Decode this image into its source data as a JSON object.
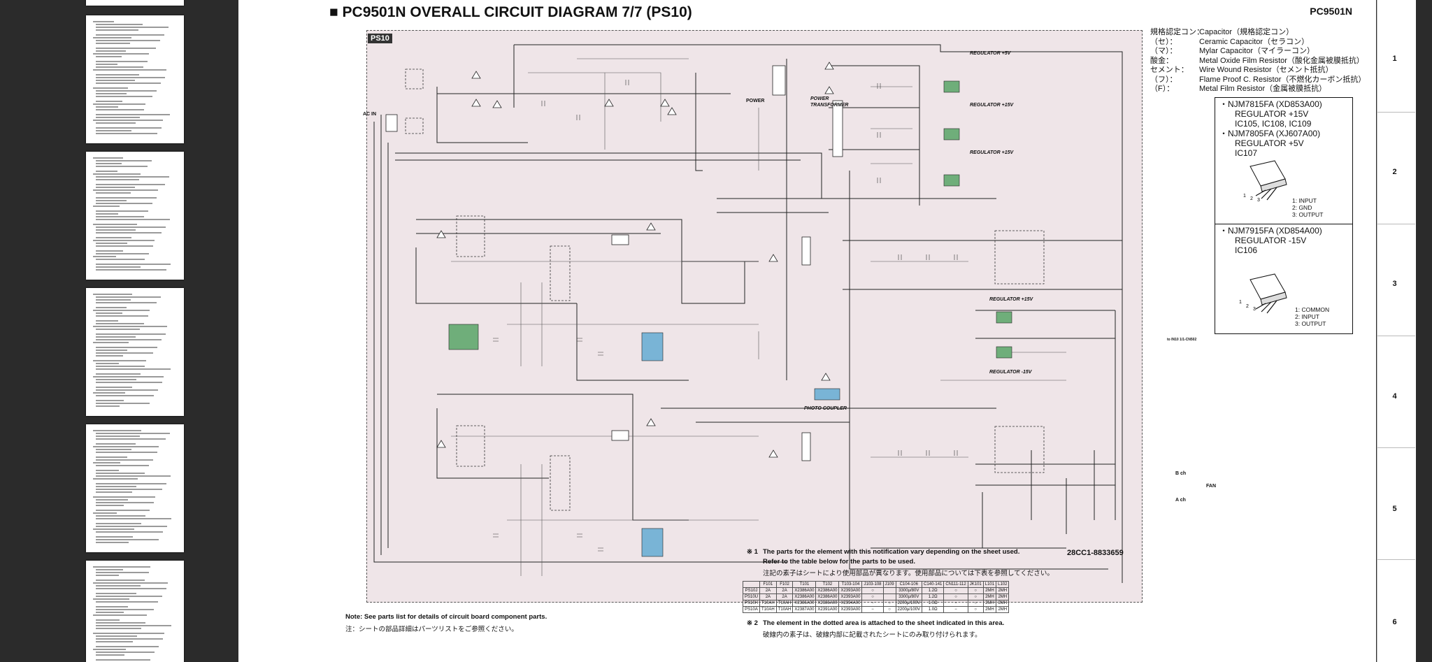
{
  "document": {
    "title": "■ PC9501N OVERALL CIRCUIT DIAGRAM 7/7 (PS10)",
    "model": "PC9501N",
    "board_tag": "PS10",
    "row_numbers": [
      "1",
      "2",
      "3",
      "4",
      "5",
      "6"
    ]
  },
  "legend": [
    {
      "key": "規格認定コン：",
      "value": "Capacitor（規格認定コン）"
    },
    {
      "key": "（セ）：",
      "value": "Ceramic Capacitor（セラコン）"
    },
    {
      "key": "（マ）：",
      "value": "Mylar Capacitor（マイラーコン）"
    },
    {
      "key": "酸金：",
      "value": "Metal Oxide Film Resistor（酸化金属被膜抵抗）"
    },
    {
      "key": "セメント：",
      "value": "Wire Wound Resistor（セメント抵抗）"
    },
    {
      "key": "（フ）：",
      "value": "Flame Proof C. Resistor（不燃化カーボン抵抗）"
    },
    {
      "key": "（F）：",
      "value": "Metal Film Resistor（金属被膜抵抗）"
    }
  ],
  "regulators": {
    "block1": [
      "・NJM7815FA (XD853A00)",
      "REGULATOR +15V",
      "IC105, IC108, IC109",
      "・NJM7805FA (XJ607A00)",
      "REGULATOR +5V",
      "IC107"
    ],
    "block1_pins": [
      "1: INPUT",
      "2: GND",
      "3: OUTPUT"
    ],
    "block2": [
      "・NJM7915FA (XD854A00)",
      "REGULATOR -15V",
      "IC106"
    ],
    "block2_pins": [
      "1: COMMON",
      "2: INPUT",
      "3: OUTPUT"
    ]
  },
  "diagram_labels": {
    "ac_in": "AC IN",
    "power": "POWER",
    "power_transformer": "POWER TRANSFORMER",
    "reg_p5": "REGULATOR +5V",
    "reg_p15a": "REGULATOR +15V",
    "reg_p15b": "REGULATOR +15V",
    "reg_p15c": "REGULATOR +15V",
    "reg_m15": "REGULATOR -15V",
    "photo_coupler": "PHOTO COUPLER",
    "b_ch": "B ch",
    "a_ch": "A ch",
    "fan": "FAN",
    "to_in10": "to IN10 1/1-CN502"
  },
  "notes": {
    "left_en": "Note: See parts list for details of circuit board component parts.",
    "left_jp": "注：シートの部品詳細はパーツリストをご参照ください。",
    "doc_number": "28CC1-8833659",
    "n1_mark": "※ 1",
    "n1_line1": "The parts for the element with this notification vary depending on the sheet used.",
    "n1_line2": "Refer to the table below for the parts to be used.",
    "n1_line3": "注記の素子はシートにより使用部品が異なります。使用部品については下表を参照してください。",
    "n2_mark": "※ 2",
    "n2_line1": "The element in the dotted area is attached to the sheet indicated in this area.",
    "n2_line2": "破線内の素子は、破線内部に記載されたシートにのみ取り付けられます。"
  },
  "parts_table": {
    "headers": [
      "",
      "F101",
      "F102",
      "T101",
      "T102",
      "T103-104",
      "J103-108",
      "J109",
      "C104-106",
      "C140-141",
      "CN111-112",
      "JK101",
      "L101",
      "L102"
    ],
    "rows": [
      [
        "PS10J",
        "2A",
        "2A",
        "X2386A00",
        "X2386A00",
        "X2393A00",
        "○",
        "",
        "3300μ/80V",
        "1.2Ω",
        "○",
        "○",
        "2MH",
        "2MH"
      ],
      [
        "PS10U",
        "2A",
        "2A",
        "X2386A00",
        "X2386A00",
        "X2393A00",
        "○",
        "",
        "3300μ/80V",
        "1.2Ω",
        "○",
        "○",
        "2MH",
        "2MH"
      ],
      [
        "PS10H",
        "T10AH",
        "T10AH",
        "X2386A00",
        "X2386A00",
        "X2394A00",
        "−",
        "○",
        "2200μ/100V",
        "1.0Ω",
        "−",
        "○",
        "2MH",
        "2MH"
      ],
      [
        "PS10A",
        "T10AH",
        "T10AH",
        "X2387A00",
        "X2391A00",
        "X2393A00",
        "−",
        "○",
        "2200μ/100V",
        "1.0Ω",
        "−",
        "○",
        "2MH",
        "2MH"
      ]
    ]
  },
  "colors": {
    "diagram_bg": "#efe5e8",
    "green_ic": "#6fae7a",
    "blue_ic": "#79b4d6"
  }
}
